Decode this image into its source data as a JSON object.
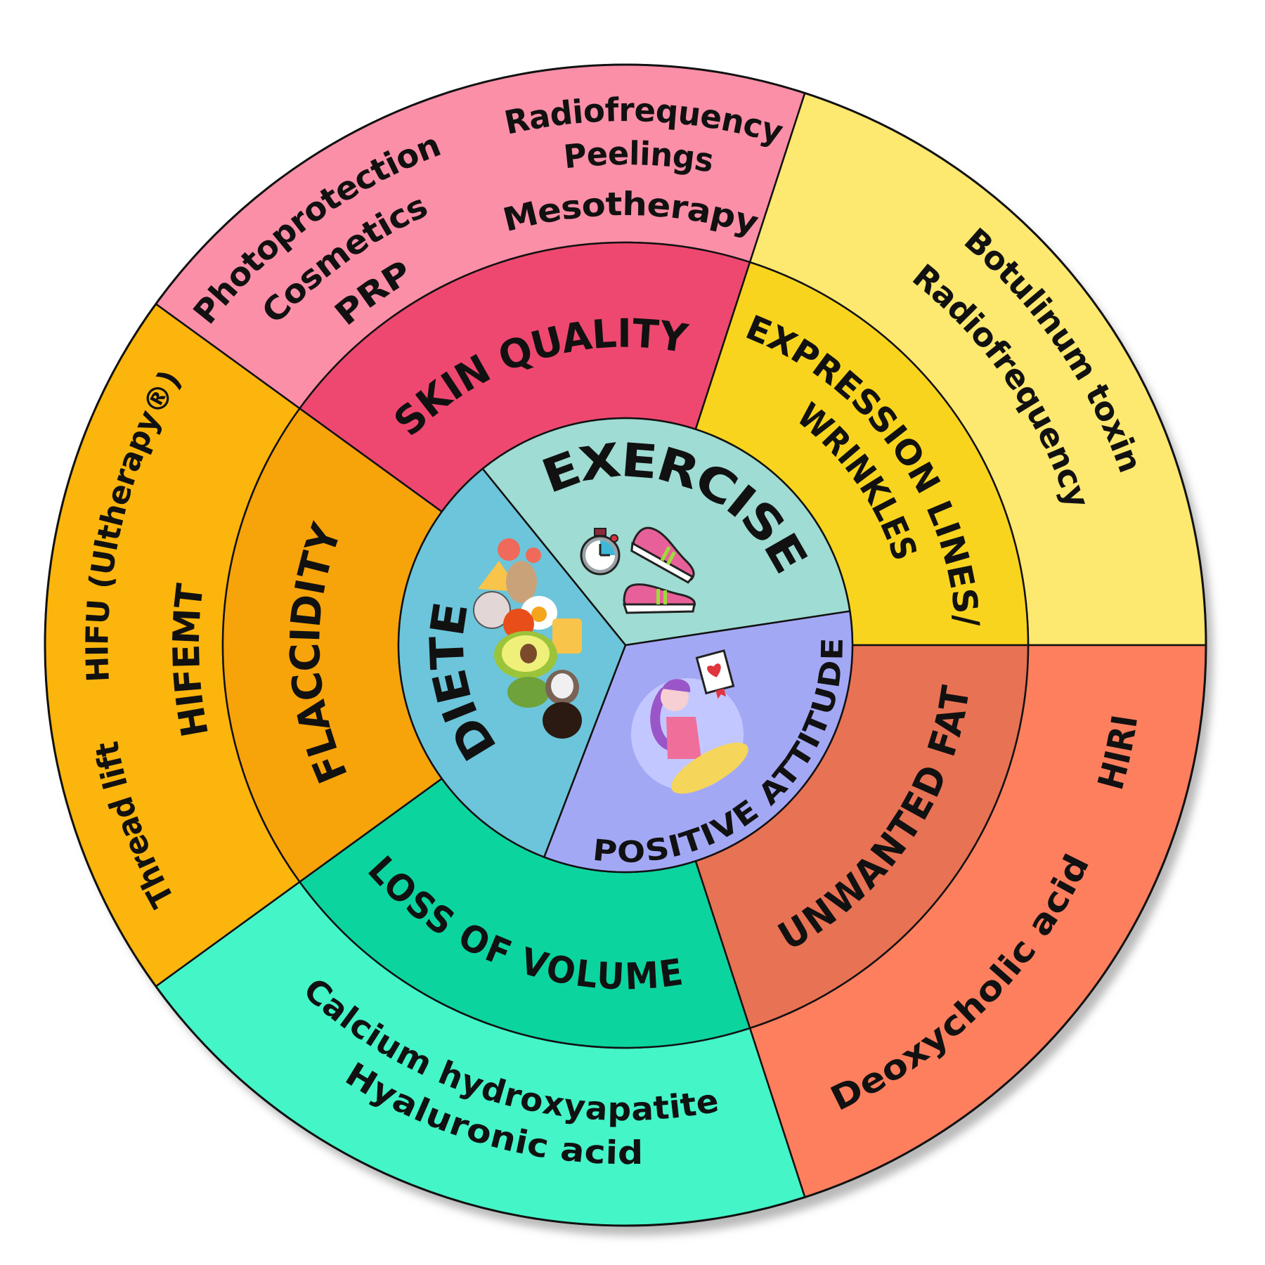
{
  "colors": {
    "skin_outer": "#fb8fa8",
    "skin_mid": "#ee4870",
    "expr_outer": "#fde870",
    "expr_mid": "#f8d41e",
    "fat_outer": "#fd7f5e",
    "fat_mid": "#e87254",
    "volume_outer": "#44f5c8",
    "volume_mid": "#0cd49f",
    "flacc_outer": "#fbb50c",
    "flacc_mid": "#f7a30a",
    "exercise": "#9fdcd3",
    "attitude": "#a3a8f5",
    "diet": "#6cc5da"
  },
  "center": {
    "exercise": "EXERCISE",
    "positive_attitude": "POSITIVE ATTITUDE",
    "diet": "DIETE",
    "icons": [
      "stopwatch-icon",
      "sneakers-icon",
      "healthy-food-icon",
      "meditating-woman-icon",
      "heart-book-icon"
    ]
  },
  "concerns": {
    "skin_quality": "SKIN QUALITY",
    "expression_lines": "EXPRESSION LINES/",
    "wrinkles": "WRINKLES",
    "unwanted_fat": "UNWANTED FAT",
    "loss_of_volume": "LOSS OF VOLUME",
    "flaccidity": "FLACCIDITY"
  },
  "treatments": {
    "skin_quality": [
      "Photoprotection",
      "Cosmetics",
      "PRP",
      "Radiofrequency",
      "Peelings",
      "Mesotherapy"
    ],
    "expression_lines": [
      "Botulinum toxin",
      "Radiofrequency"
    ],
    "unwanted_fat": [
      "HIRI",
      "Deoxycholic acid"
    ],
    "loss_of_volume": [
      "Calcium hydroxyapatite",
      "Hyaluronic acid"
    ],
    "flaccidity": [
      "HIFU (Ultherapy®)",
      "HIFEMT",
      "Thread lift"
    ]
  }
}
